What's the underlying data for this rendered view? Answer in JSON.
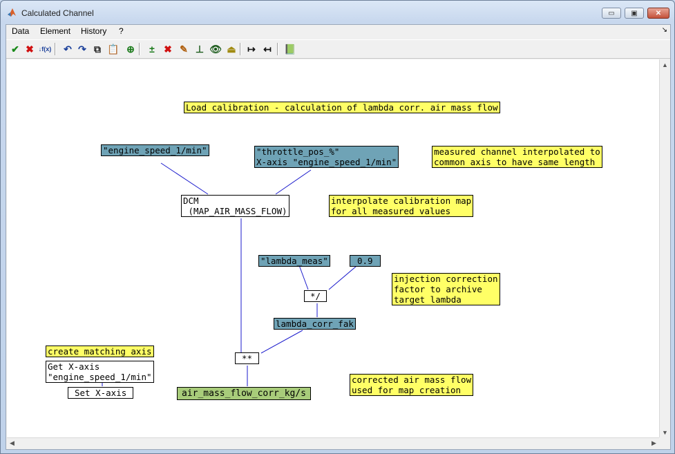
{
  "window": {
    "title": "Calculated Channel",
    "controls": {
      "minimize": "▭",
      "restore": "▣",
      "close": "✕"
    }
  },
  "menubar": {
    "items": [
      "Data",
      "Element",
      "History",
      "?"
    ],
    "overflow_arrow": "↘"
  },
  "toolbar": {
    "buttons": [
      {
        "name": "accept-icon",
        "glyph": "✔",
        "color": "#1a8a1a"
      },
      {
        "name": "cancel-icon",
        "glyph": "✖",
        "color": "#d01010"
      },
      {
        "name": "insert-function-icon",
        "glyph": "↓f(x)",
        "color": "#1a3f9a"
      },
      {
        "name": "undo-icon",
        "glyph": "↶",
        "color": "#1a3f9a"
      },
      {
        "name": "redo-icon",
        "glyph": "↷",
        "color": "#1a3f9a"
      },
      {
        "name": "copy-icon",
        "glyph": "⧉",
        "color": "#222222"
      },
      {
        "name": "paste-icon",
        "glyph": "📋",
        "color": "#7a5a1a"
      },
      {
        "name": "fit-view-icon",
        "glyph": "⊕",
        "color": "#1a7a1a"
      },
      {
        "name": "add-element-icon",
        "glyph": "±",
        "color": "#1a7a1a"
      },
      {
        "name": "delete-element-icon",
        "glyph": "✖",
        "color": "#d01010"
      },
      {
        "name": "edit-element-icon",
        "glyph": "✎",
        "color": "#b06010"
      },
      {
        "name": "insert-node-icon",
        "glyph": "⊥",
        "color": "#1a5a1a"
      },
      {
        "name": "view-element-icon",
        "glyph": "👁",
        "color": "#1a5a1a"
      },
      {
        "name": "move-up-icon",
        "glyph": "⏏",
        "color": "#a08a10"
      },
      {
        "name": "expand-horizontal-icon",
        "glyph": "↦",
        "color": "#111111"
      },
      {
        "name": "collapse-horizontal-icon",
        "glyph": "↤",
        "color": "#111111"
      },
      {
        "name": "help-book-icon",
        "glyph": "📗",
        "color": "#1a6a1a"
      }
    ]
  },
  "canvas": {
    "title_note": "Load calibration - calculation of lambda corr. air mass flow",
    "channels": {
      "engine_speed": "\"engine_speed_1/min\"",
      "throttle_pos": "\"throttle_pos_%\"\nX-axis \"engine_speed_1/min\"",
      "lambda_meas": "\"lambda_meas\"",
      "constant": "0.9",
      "lambda_corr": "lambda_corr_fak"
    },
    "operations": {
      "dcm": "DCM\n (MAP_AIR_MASS_FLOW)",
      "mul_div": "*/",
      "power": "**",
      "get_axis": "Get X-axis\n\"engine_speed_1/min\"",
      "set_axis": "Set X-axis"
    },
    "result": "air_mass_flow_corr_kg/s",
    "notes": {
      "measured": "measured channel interpolated to\ncommon axis to have same length",
      "interpolate": "interpolate calibration map\nfor all measured values",
      "injection": "injection correction\nfactor to archive\ntarget lambda",
      "matching_axis": "create matching axis",
      "corrected": "corrected air mass flow\nused for map creation"
    }
  },
  "scrollbars": {
    "up": "▲",
    "down": "▼",
    "left": "◀",
    "right": "▶"
  }
}
